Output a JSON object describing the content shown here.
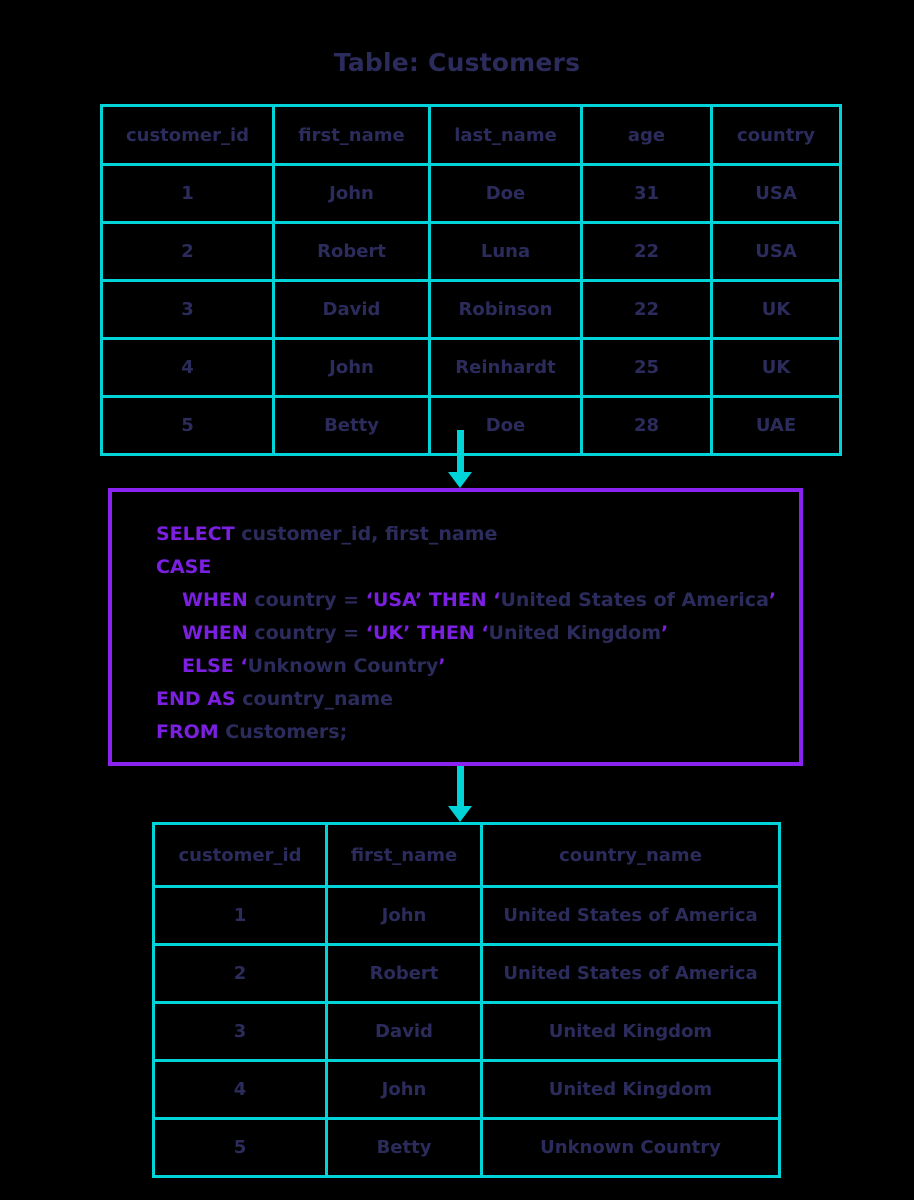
{
  "page": {
    "background_color": "#000000",
    "accent_cyan": "#00d4d8",
    "accent_purple": "#8b23f0",
    "keyword_purple": "#7b1fe0",
    "text_navy": "#2b2b5c"
  },
  "title": "Table: Customers",
  "customers_table": {
    "columns": [
      "customer_id",
      "first_name",
      "last_name",
      "age",
      "country"
    ],
    "rows": [
      [
        "1",
        "John",
        "Doe",
        "31",
        "USA"
      ],
      [
        "2",
        "Robert",
        "Luna",
        "22",
        "USA"
      ],
      [
        "3",
        "David",
        "Robinson",
        "22",
        "UK"
      ],
      [
        "4",
        "John",
        "Reinhardt",
        "25",
        "UK"
      ],
      [
        "5",
        "Betty",
        "Doe",
        "28",
        "UAE"
      ]
    ]
  },
  "sql": {
    "lines": [
      {
        "indent": 0,
        "parts": [
          {
            "t": "SELECT",
            "s": "kw"
          },
          {
            "t": " customer_id, first_name",
            "s": "plain"
          }
        ]
      },
      {
        "indent": 0,
        "parts": [
          {
            "t": "CASE",
            "s": "kw"
          }
        ]
      },
      {
        "indent": 1,
        "parts": [
          {
            "t": "WHEN",
            "s": "kw"
          },
          {
            "t": " country = ",
            "s": "plain"
          },
          {
            "t": "‘USA’",
            "s": "lit"
          },
          {
            "t": " ",
            "s": "plain"
          },
          {
            "t": "THEN",
            "s": "kw"
          },
          {
            "t": " ",
            "s": "plain"
          },
          {
            "t": "‘",
            "s": "q"
          },
          {
            "t": "United States of America",
            "s": "plain"
          },
          {
            "t": "’",
            "s": "q"
          }
        ]
      },
      {
        "indent": 1,
        "parts": [
          {
            "t": "WHEN",
            "s": "kw"
          },
          {
            "t": " country = ",
            "s": "plain"
          },
          {
            "t": "‘UK’",
            "s": "lit"
          },
          {
            "t": " ",
            "s": "plain"
          },
          {
            "t": "THEN",
            "s": "kw"
          },
          {
            "t": " ",
            "s": "plain"
          },
          {
            "t": "‘",
            "s": "q"
          },
          {
            "t": "United Kingdom",
            "s": "plain"
          },
          {
            "t": "’",
            "s": "q"
          }
        ]
      },
      {
        "indent": 1,
        "parts": [
          {
            "t": "ELSE",
            "s": "kw"
          },
          {
            "t": " ",
            "s": "plain"
          },
          {
            "t": "‘",
            "s": "q"
          },
          {
            "t": "Unknown Country",
            "s": "plain"
          },
          {
            "t": "’",
            "s": "q"
          }
        ]
      },
      {
        "indent": 0,
        "parts": [
          {
            "t": "END AS",
            "s": "kw"
          },
          {
            "t": " country_name",
            "s": "plain"
          }
        ]
      },
      {
        "indent": 0,
        "parts": [
          {
            "t": "FROM",
            "s": "kw"
          },
          {
            "t": " Customers;",
            "s": "plain"
          }
        ]
      }
    ]
  },
  "result_table": {
    "columns": [
      "customer_id",
      "first_name",
      "country_name"
    ],
    "rows": [
      [
        "1",
        "John",
        "United States of America"
      ],
      [
        "2",
        "Robert",
        "United States of America"
      ],
      [
        "3",
        "David",
        "United Kingdom"
      ],
      [
        "4",
        "John",
        "United Kingdom"
      ],
      [
        "5",
        "Betty",
        "Unknown Country"
      ]
    ]
  },
  "arrows": [
    {
      "name": "arrow-table-to-query",
      "direction": "down"
    },
    {
      "name": "arrow-query-to-result",
      "direction": "down"
    }
  ]
}
